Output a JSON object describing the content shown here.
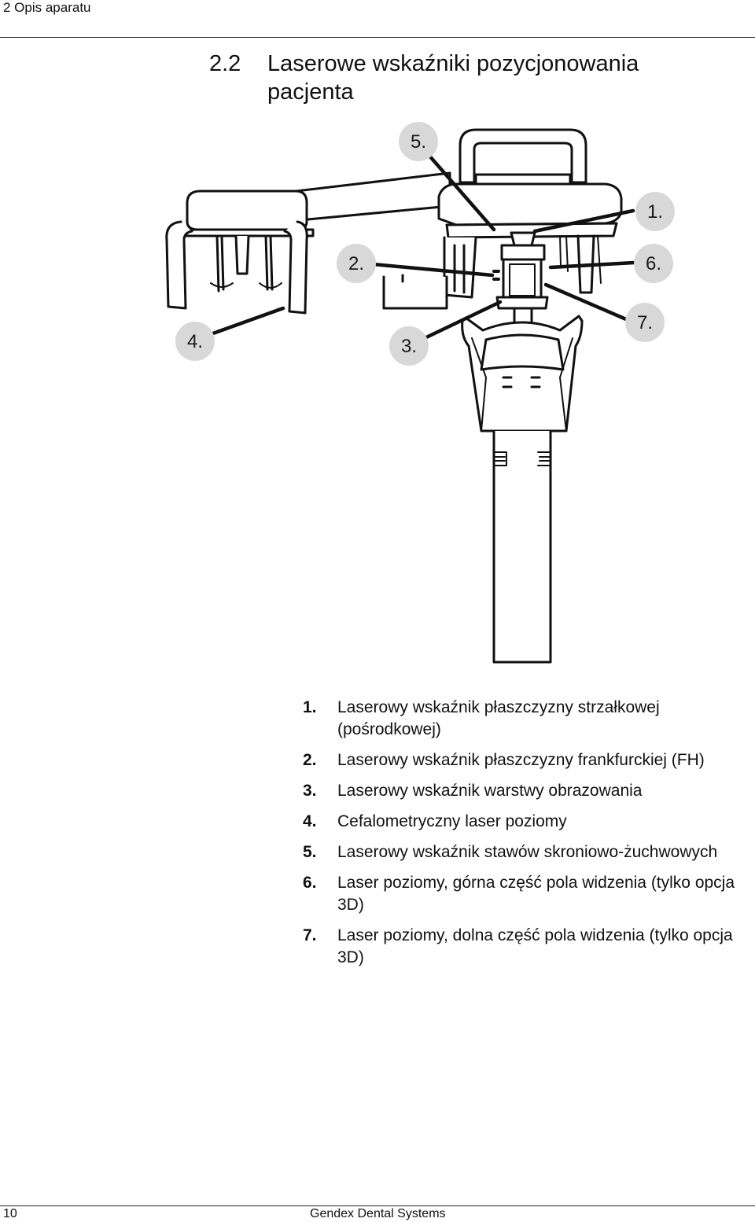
{
  "header": {
    "section": "2 Opis aparatu"
  },
  "title": {
    "number": "2.2",
    "line1": "Laserowe wskaźniki pozycjonowania",
    "line2": "pacjenta"
  },
  "figure": {
    "callouts": [
      "1.",
      "2.",
      "3.",
      "4.",
      "5.",
      "6.",
      "7."
    ]
  },
  "legend": [
    {
      "num": "1.",
      "text": "Laserowy wskaźnik płaszczyzny strzałkowej (pośrodkowej)"
    },
    {
      "num": "2.",
      "text": "Laserowy wskaźnik płaszczyzny frankfurckiej (FH)"
    },
    {
      "num": "3.",
      "text": "Laserowy wskaźnik warstwy obrazowania"
    },
    {
      "num": "4.",
      "text": "Cefalometryczny laser poziomy"
    },
    {
      "num": "5.",
      "text": "Laserowy wskaźnik stawów skroniowo-żuchwowych"
    },
    {
      "num": "6.",
      "text": "Laser poziomy, górna część pola widzenia (tylko opcja 3D)"
    },
    {
      "num": "7.",
      "text": "Laser poziomy, dolna część pola widzenia (tylko opcja 3D)"
    }
  ],
  "footer": {
    "page": "10",
    "company": "Gendex Dental Systems"
  }
}
